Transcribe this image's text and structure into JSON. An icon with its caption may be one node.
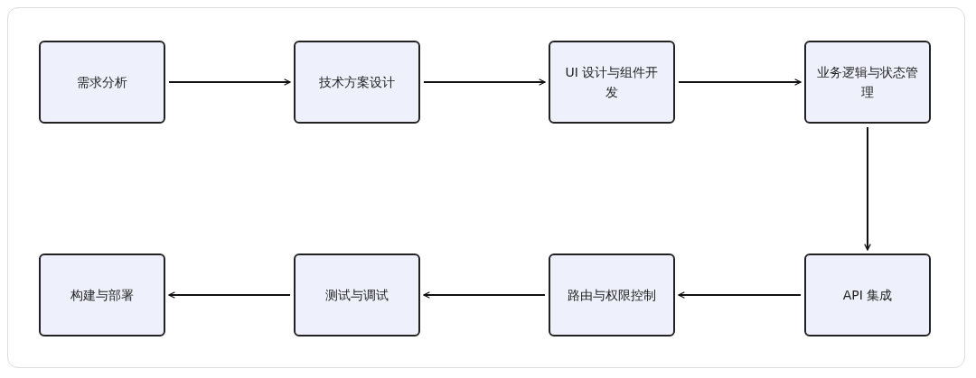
{
  "diagram": {
    "nodes": [
      {
        "text": [
          "需求分析"
        ]
      },
      {
        "text": [
          "技术方案设计"
        ]
      },
      {
        "text": [
          "UI 设计与组件开发"
        ]
      },
      {
        "text": [
          "业务逻辑与状态管理"
        ]
      },
      {
        "text": [
          "构建与部署"
        ]
      },
      {
        "text": [
          "测试与调试"
        ]
      },
      {
        "text": [
          "路由与权限控制"
        ]
      },
      {
        "text": [
          "API 集成"
        ]
      }
    ],
    "edges": [
      {
        "from": 0,
        "to": 1,
        "arrow": "to"
      },
      {
        "from": 1,
        "to": 2,
        "arrow": "to"
      },
      {
        "from": 2,
        "to": 3,
        "arrow": "to"
      },
      {
        "from": 3,
        "to": 7,
        "arrow": "to"
      },
      {
        "from": 7,
        "to": 6,
        "arrow": "to"
      },
      {
        "from": 6,
        "to": 5,
        "arrow": "to"
      },
      {
        "from": 5,
        "to": 4,
        "arrow": "to"
      }
    ]
  }
}
